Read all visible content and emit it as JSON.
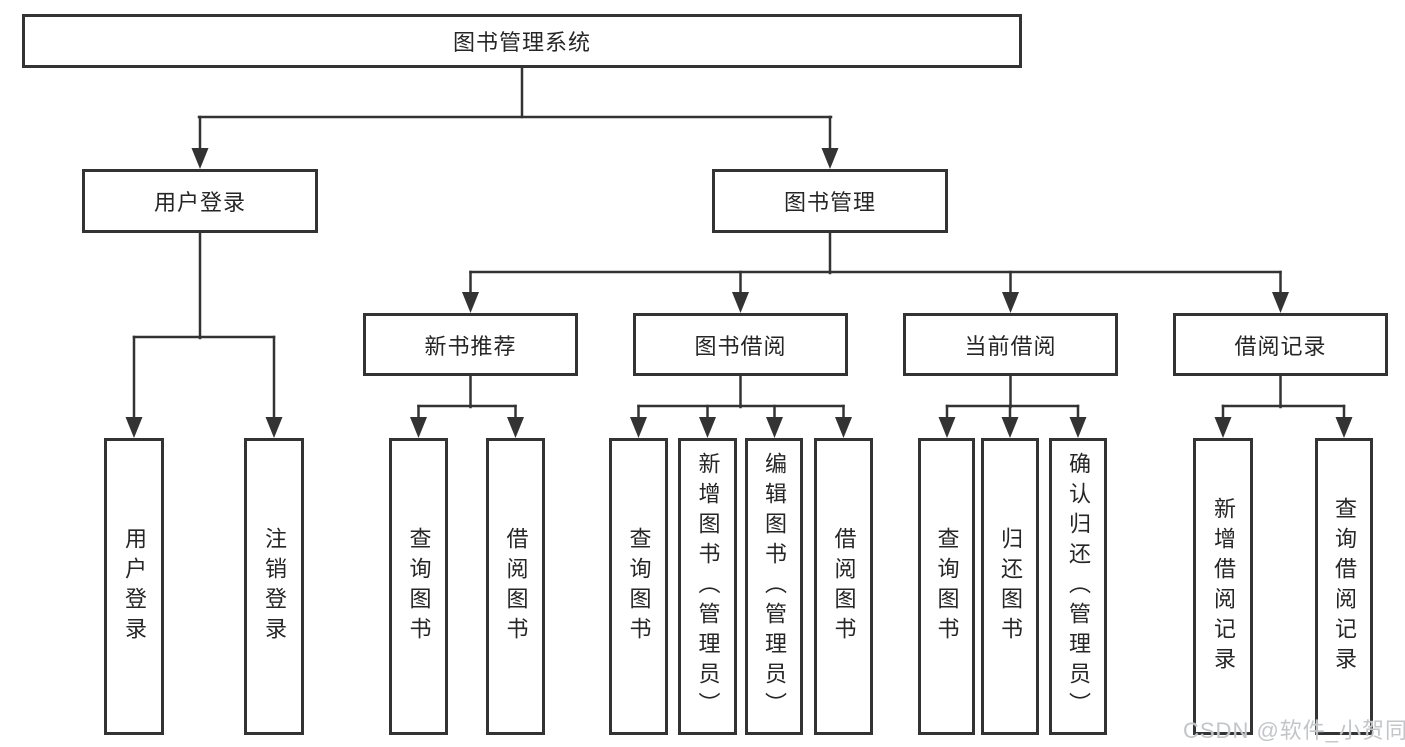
{
  "diagram": {
    "title": "图书管理系统",
    "root": {
      "label": "图书管理系统"
    },
    "branches": [
      {
        "label": "用户登录",
        "children": [
          {
            "label": "用户登录"
          },
          {
            "label": "注销登录"
          }
        ]
      },
      {
        "label": "图书管理",
        "groups": [
          {
            "label": "新书推荐",
            "children": [
              "查询图书",
              "借阅图书"
            ]
          },
          {
            "label": "图书借阅",
            "children": [
              "查询图书",
              "新增图书（管理员）",
              "编辑图书（管理员）",
              "借阅图书"
            ]
          },
          {
            "label": "当前借阅",
            "children": [
              "查询图书",
              "归还图书",
              "确认归还（管理员）"
            ]
          },
          {
            "label": "借阅记录",
            "children": [
              "新增借阅记录",
              "查询借阅记录"
            ]
          }
        ]
      }
    ]
  },
  "watermark": {
    "text": "CSDN @软件_小贺同学"
  },
  "colors": {
    "line": "#333333",
    "text": "#262626",
    "background": "#ffffff",
    "watermark": "#c3c6c9"
  }
}
